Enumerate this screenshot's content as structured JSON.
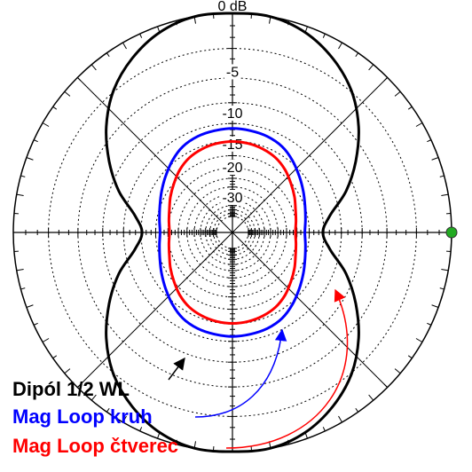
{
  "chart_data": {
    "type": "polar",
    "radial_unit": "dB",
    "radial_labels": [
      "0 dB",
      "-5",
      "-10",
      "-15",
      "-20",
      "-30"
    ],
    "radial_values_db": [
      0,
      -5,
      -10,
      -15,
      -20,
      -30
    ],
    "angles_deg": [
      0,
      10,
      20,
      30,
      40,
      50,
      60,
      70,
      80,
      90,
      100,
      110,
      120,
      130,
      140,
      150,
      160,
      170,
      180,
      190,
      200,
      210,
      220,
      230,
      240,
      250,
      260,
      270,
      280,
      290,
      300,
      310,
      320,
      330,
      340,
      350
    ],
    "series": [
      {
        "name": "Dipól 1/2 WL",
        "color": "#000000",
        "values_db": [
          -15.2,
          -13.6,
          -10.2,
          -7.4,
          -4.9,
          -2.9,
          -1.5,
          -0.5,
          0,
          0,
          0,
          -0.5,
          -1.5,
          -2.9,
          -4.9,
          -7.4,
          -10.2,
          -13.6,
          -15.2,
          -13.6,
          -10.2,
          -7.4,
          -4.9,
          -2.9,
          -1.5,
          -0.5,
          0,
          0,
          0,
          -0.5,
          -1.5,
          -2.9,
          -4.9,
          -7.4,
          -10.2,
          -13.6
        ]
      },
      {
        "name": "Mag Loop kruh",
        "color": "#0000ff",
        "values_db": [
          -19,
          -18.6,
          -17.9,
          -16.9,
          -15.8,
          -14.6,
          -13.6,
          -13.1,
          -12.9,
          -12.8,
          -12.9,
          -13.1,
          -13.6,
          -14.6,
          -15.8,
          -16.9,
          -17.9,
          -18.6,
          -19,
          -18.6,
          -17.9,
          -16.9,
          -15.8,
          -14.6,
          -13.6,
          -13.1,
          -12.9,
          -12.8,
          -12.9,
          -13.1,
          -13.6,
          -14.6,
          -15.8,
          -16.9,
          -17.9,
          -18.6
        ]
      },
      {
        "name": "Mag Loop čtverec",
        "color": "#ff0000",
        "values_db": [
          -21.4,
          -21,
          -20.3,
          -19.2,
          -18.1,
          -16.9,
          -16,
          -15.5,
          -15.2,
          -15.1,
          -15.2,
          -15.5,
          -16,
          -16.9,
          -18.1,
          -19.2,
          -20.3,
          -21,
          -21.4,
          -21,
          -20.3,
          -19.2,
          -18.1,
          -16.9,
          -16,
          -15.5,
          -15.2,
          -15.1,
          -15.2,
          -15.5,
          -16,
          -16.9,
          -18.1,
          -19.2,
          -20.3,
          -21
        ]
      }
    ],
    "marker_color": "#22aa22",
    "grid": true
  }
}
